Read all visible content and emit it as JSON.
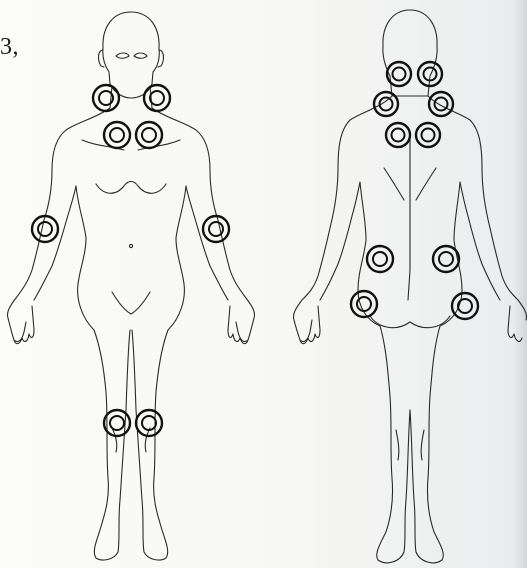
{
  "corner_text": "3,",
  "figures": [
    {
      "id": "front",
      "tender_points": [
        "neck-left",
        "neck-right",
        "chest-upper-left",
        "chest-upper-right",
        "elbow-left",
        "elbow-right",
        "knee-left",
        "knee-right"
      ]
    },
    {
      "id": "back",
      "tender_points": [
        "occiput-left",
        "occiput-right",
        "upper-trapezius-left",
        "upper-trapezius-right",
        "supraspinatus-left",
        "supraspinatus-right",
        "gluteal-left",
        "gluteal-right",
        "greater-trochanter-left",
        "greater-trochanter-right"
      ]
    }
  ],
  "tender_point_count": 18,
  "colors": {
    "outline": "#2a2a2a",
    "marker": "#111111",
    "paper": "#f7f7f4"
  }
}
